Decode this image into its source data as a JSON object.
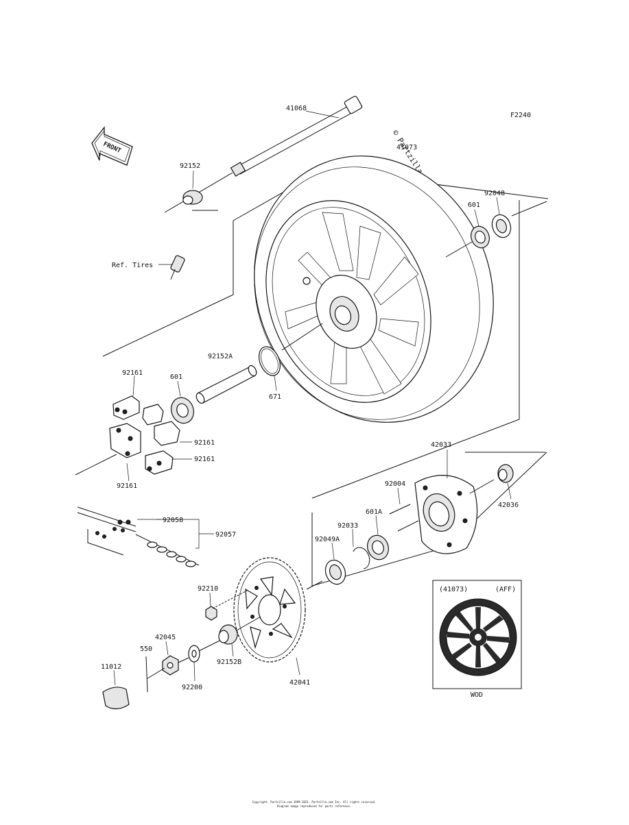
{
  "diagram": {
    "code": "F2240",
    "watermark": "© Partzilla.com",
    "front_label": "FRONT",
    "labels": {
      "p41068": "41068",
      "p92152": "92152",
      "p41073": "41073",
      "p92048": "92048",
      "p601a": "601",
      "refTires": "Ref. Tires",
      "p92152A": "92152A",
      "p671": "671",
      "p92161a": "92161",
      "p601b": "601",
      "p92161b": "92161",
      "p92161c": "92161",
      "p92161d": "92161",
      "p42033": "42033",
      "p92004": "92004",
      "p42036": "42036",
      "p92058": "92058",
      "p92057": "92057",
      "p92033": "92033",
      "p601A": "601A",
      "p92049A": "92049A",
      "p92210": "92210",
      "p42045": "42045",
      "p550": "550",
      "p11012": "11012",
      "p92200": "92200",
      "p92152B": "92152B",
      "p42041": "42041"
    },
    "inset": {
      "left": "(41073)",
      "right": "(AFF)",
      "color": "WOD"
    },
    "footer": {
      "line1": "Copyright: Partzilla.com 1999-2023. Partzilla.com Inc. All rights reserved.",
      "line2": "Diagram image reproduced for parts reference."
    }
  }
}
